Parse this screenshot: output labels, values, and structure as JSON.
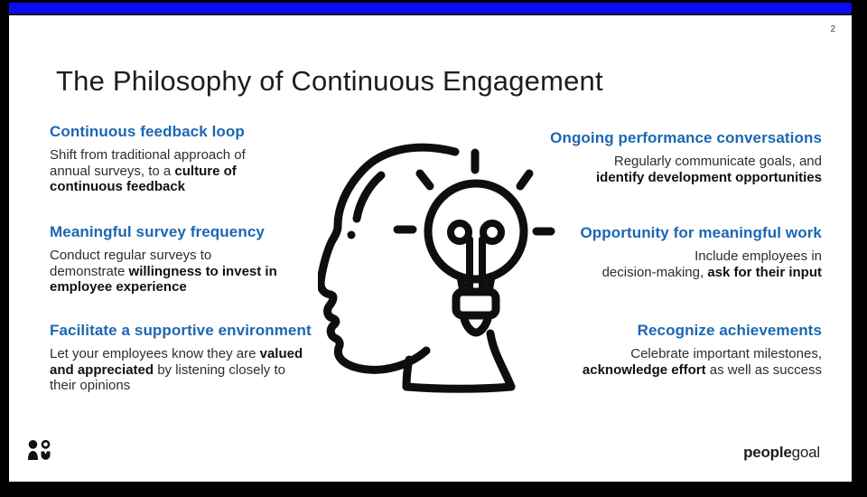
{
  "page": {
    "number": "2",
    "title": "The Philosophy of Continuous Engagement"
  },
  "colors": {
    "accent_bar": "#0a0af5",
    "heading_blue": "#1b67b2",
    "body_text": "#2d2d2d",
    "bold_text": "#111111",
    "frame": "#000000",
    "slide_background": "#ffffff"
  },
  "columns": {
    "left": [
      {
        "heading": "Continuous feedback loop",
        "body": [
          {
            "t": "Shift from traditional approach of\nannual surveys, to a "
          },
          {
            "t": "culture of\ncontinuous feedback",
            "b": true
          }
        ]
      },
      {
        "heading": "Meaningful survey frequency",
        "body": [
          {
            "t": "Conduct regular surveys to\ndemonstrate "
          },
          {
            "t": "willingness to invest in\nemployee experience",
            "b": true
          }
        ]
      },
      {
        "heading": "Facilitate a supportive environment",
        "body": [
          {
            "t": "Let your employees know they are "
          },
          {
            "t": "valued\nand appreciated",
            "b": true
          },
          {
            "t": " by listening closely to\ntheir opinions"
          }
        ]
      }
    ],
    "right": [
      {
        "heading": "Ongoing performance conversations",
        "body": [
          {
            "t": "Regularly communicate goals, and\n"
          },
          {
            "t": "identify development opportunities",
            "b": true
          }
        ]
      },
      {
        "heading": "Opportunity for meaningful work",
        "body": [
          {
            "t": "Include employees in\ndecision-making, "
          },
          {
            "t": "ask for their input",
            "b": true
          }
        ]
      },
      {
        "heading": "Recognize achievements",
        "body": [
          {
            "t": "Celebrate important milestones,\n"
          },
          {
            "t": "acknowledge effort",
            "b": true
          },
          {
            "t": " as well as success"
          }
        ]
      }
    ]
  },
  "illustration": {
    "name": "head-with-lightbulb"
  },
  "footer": {
    "logo_mark_name": "people-group-icon",
    "wordmark_bold": "people",
    "wordmark_light": "goal"
  }
}
